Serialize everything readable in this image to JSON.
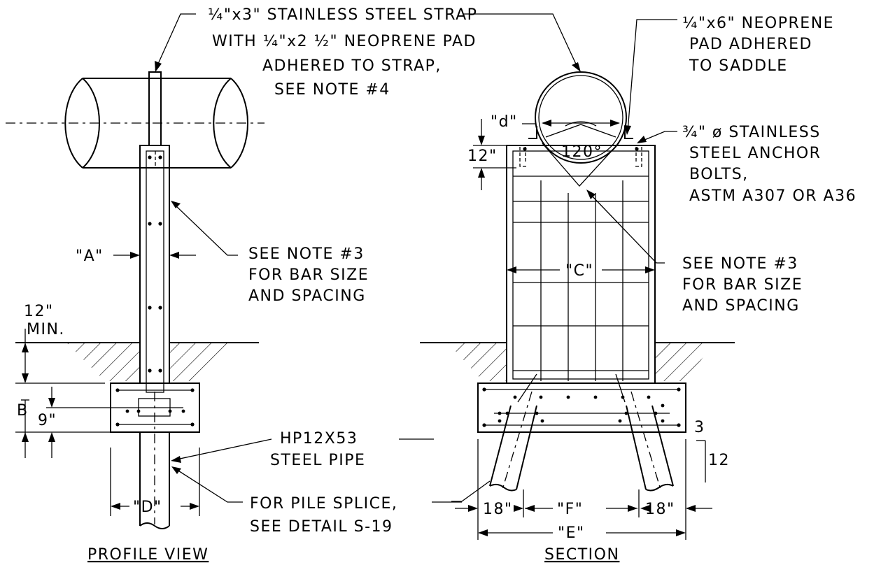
{
  "profile": {
    "title": "PROFILE VIEW",
    "strap_note": [
      "¼\"x3\"  STAINLESS STEEL STRAP",
      "WITH ¼\"x2 ½\" NEOPRENE PAD",
      "ADHERED TO STRAP,",
      "SEE NOTE #4"
    ],
    "dim_a": "\"A\"",
    "bar_note": [
      "SEE NOTE #3",
      "FOR BAR SIZE",
      "AND SPACING"
    ],
    "embed_note": [
      "12\"",
      "MIN."
    ],
    "dim_b": "B",
    "dim_9": "9\"",
    "dim_d": "\"D\"",
    "pipe_note": [
      "HP12X53",
      "STEEL PIPE"
    ],
    "splice_note": [
      "FOR PILE SPLICE,",
      "SEE DETAIL S-19"
    ]
  },
  "section": {
    "title": "SECTION",
    "pad_note": [
      "¼\"x6\" NEOPRENE",
      "PAD ADHERED",
      "TO SADDLE"
    ],
    "dim_d_small": "\"d\"",
    "dim_12": "12\"",
    "angle": "120°",
    "bolt_note": [
      "¾\" ø  STAINLESS",
      "STEEL ANCHOR",
      "BOLTS,",
      "ASTM A307 OR A36"
    ],
    "bar_note": [
      "SEE NOTE #3",
      "FOR BAR SIZE",
      "AND SPACING"
    ],
    "dim_c": "\"C\"",
    "slope": [
      "3",
      "12"
    ],
    "dim_18_left": "18\"",
    "dim_f": "\"F\"",
    "dim_18_right": "18\"",
    "dim_e": "\"E\""
  }
}
